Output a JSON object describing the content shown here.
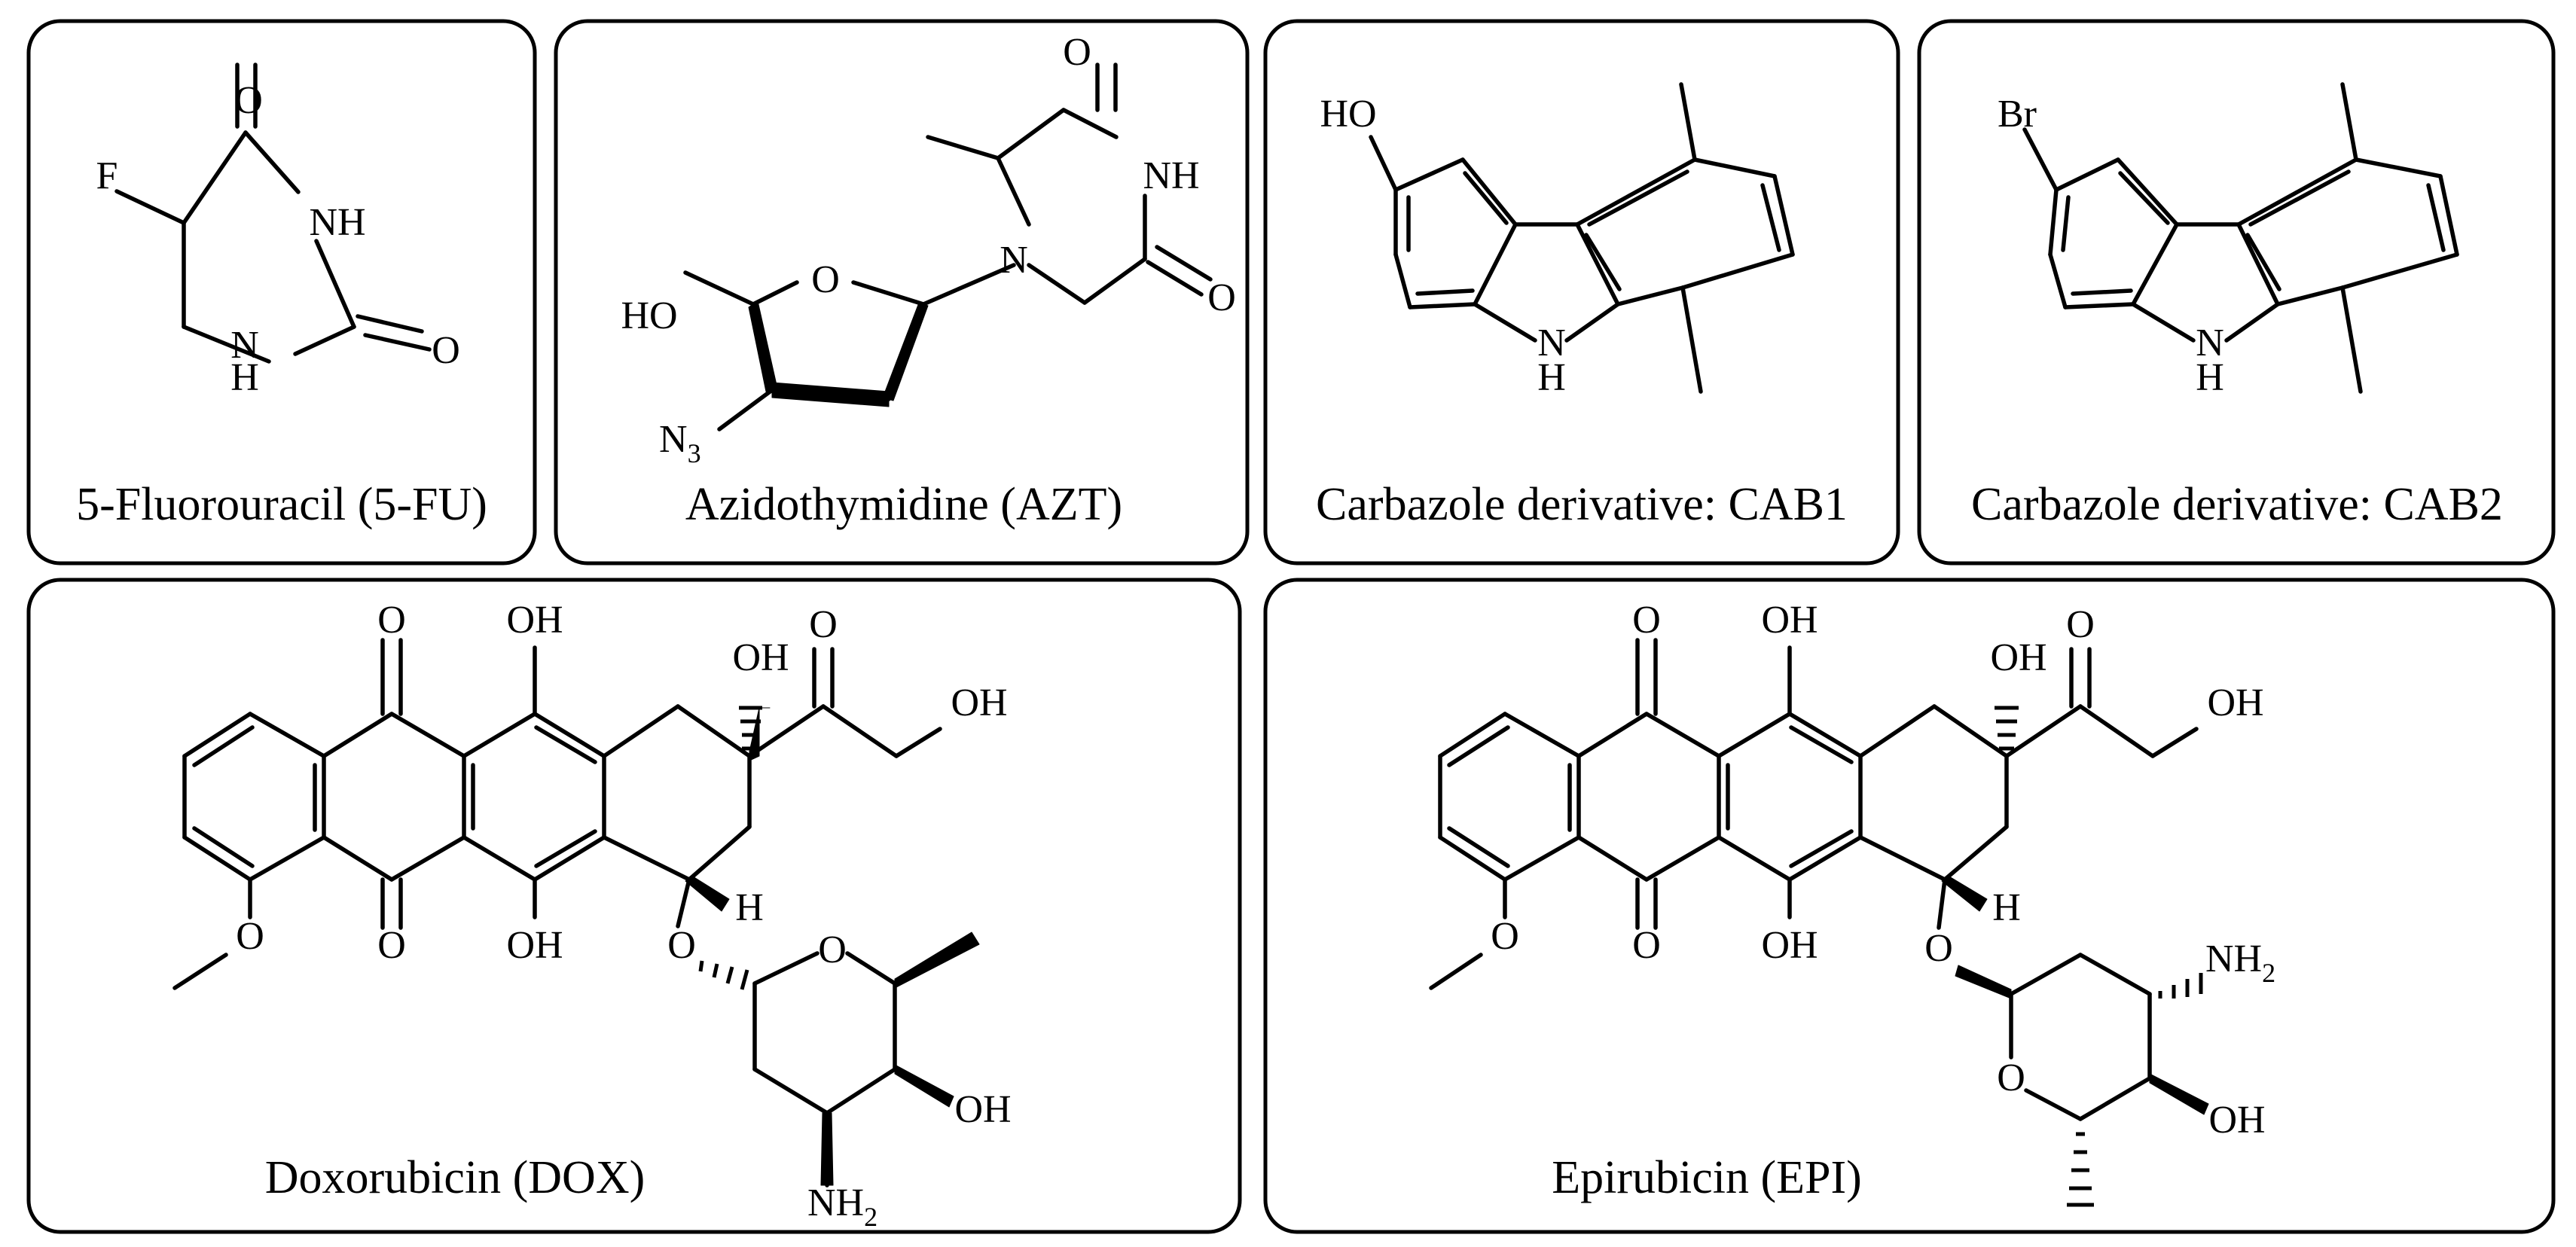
{
  "colors": {
    "background": "#ffffff",
    "ink": "#000000"
  },
  "panels": {
    "fu": {
      "caption": "5-Fluorouracil  (5-FU)",
      "atoms": {
        "o_top": "O",
        "f": "F",
        "nh_right": "NH",
        "o_right": "O",
        "n_bottom": "N",
        "h_bottom": "H"
      }
    },
    "azt": {
      "caption": "Azidothymidine (AZT)",
      "atoms": {
        "o_top": "O",
        "nh": "NH",
        "o_right": "O",
        "n_ring": "N",
        "o_furan": "O",
        "ho": "HO",
        "n3": "N",
        "n3_sub": "3"
      }
    },
    "cab1": {
      "caption": "Carbazole derivative: CAB1",
      "atoms": {
        "ho": "HO",
        "n": "N",
        "h": "H"
      }
    },
    "cab2": {
      "caption": "Carbazole derivative: CAB2",
      "atoms": {
        "br": "Br",
        "n": "N",
        "h": "H"
      }
    },
    "dox": {
      "caption": "Doxorubicin (DOX)",
      "atoms": {
        "o_quinone_top": "O",
        "oh_top": "OH",
        "oh_stereo": "OH",
        "o_ketone": "O",
        "oh_terminal": "OH",
        "o_methoxy": "O",
        "o_quinone_bottom": "O",
        "oh_bottom": "OH",
        "h": "H",
        "o_glycoside": "O",
        "o_ring": "O",
        "oh_sugar": "OH",
        "nh2": "NH",
        "nh2_sub": "2"
      }
    },
    "epi": {
      "caption": "Epirubicin (EPI)",
      "atoms": {
        "o_quinone_top": "O",
        "oh_top": "OH",
        "oh_stereo": "OH",
        "o_ketone": "O",
        "oh_terminal": "OH",
        "o_methoxy": "O",
        "o_quinone_bottom": "O",
        "oh_bottom": "OH",
        "h": "H",
        "o_glycoside": "O",
        "nh2": "NH",
        "nh2_sub": "2",
        "o_ring": "O",
        "oh_sugar": "OH"
      }
    }
  }
}
